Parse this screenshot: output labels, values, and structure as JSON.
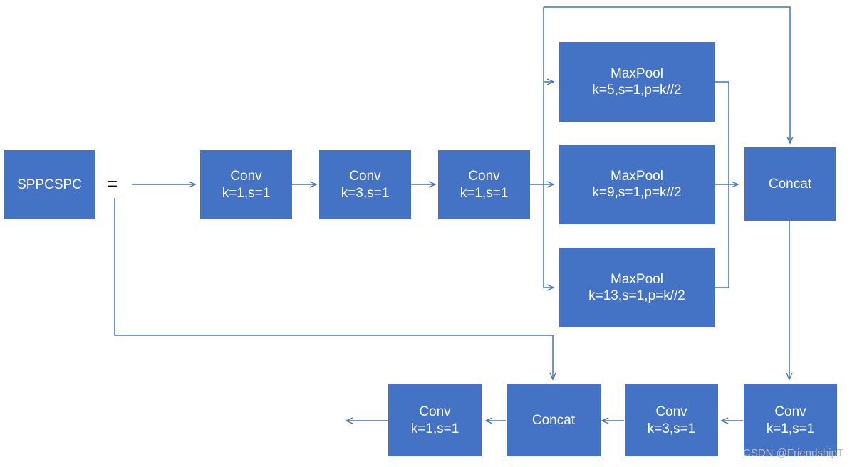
{
  "diagram": {
    "title": "SPPCSPC",
    "equals_sign": "=",
    "accent_color": "#4472C4",
    "wire_color": "#4472C4",
    "background_color": "#FFFFFF",
    "text_color": "#FFFFFF"
  },
  "nodes": {
    "sppcspc": {
      "line1": "SPPCSPC",
      "line2": ""
    },
    "conv_1": {
      "line1": "Conv",
      "line2": "k=1,s=1"
    },
    "conv_2": {
      "line1": "Conv",
      "line2": "k=3,s=1"
    },
    "conv_3": {
      "line1": "Conv",
      "line2": "k=1,s=1"
    },
    "maxpool_5": {
      "line1": "MaxPool",
      "line2": "k=5,s=1,p=k//2"
    },
    "maxpool_9": {
      "line1": "MaxPool",
      "line2": "k=9,s=1,p=k//2"
    },
    "maxpool_13": {
      "line1": "MaxPool",
      "line2": "k=13,s=1,p=k//2"
    },
    "concat_top": {
      "line1": "Concat",
      "line2": ""
    },
    "conv_4": {
      "line1": "Conv",
      "line2": "k=1,s=1"
    },
    "conv_5": {
      "line1": "Conv",
      "line2": "k=3,s=1"
    },
    "concat_bottom": {
      "line1": "Concat",
      "line2": ""
    },
    "conv_6": {
      "line1": "Conv",
      "line2": "k=1,s=1"
    }
  },
  "watermark": {
    "text": "CSDN @FriendshipT"
  }
}
